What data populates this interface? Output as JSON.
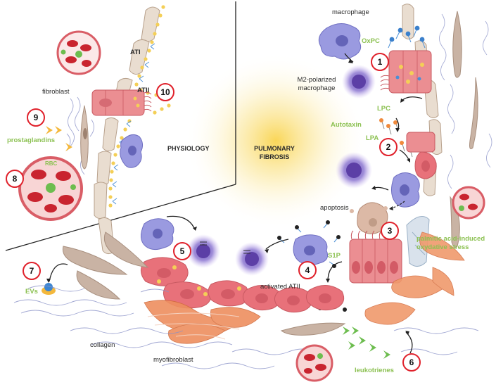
{
  "labels": {
    "macrophage": "macrophage",
    "oxpc": "OxPC",
    "m2_line1": "M2-polarized",
    "m2_line2": "macrophage",
    "ati": "ATI",
    "atii": "ATII",
    "fibroblast": "fibroblast",
    "prostaglandins": "prostaglandins",
    "lpc": "LPC",
    "autotaxin": "Autotaxin",
    "lpa": "LPA",
    "physiology": "PHYSIOLOGY",
    "pf_line1": "PULMONARY",
    "pf_line2": "FIBROSIS",
    "apoptosis": "apoptosis",
    "palmitic_line1": "palmitic acid-induced",
    "palmitic_line2": "oxydative stress",
    "s1p": "S1P",
    "activated_atii": "activated ATII",
    "evs": "EVs",
    "collagen": "collagen",
    "myofibroblast": "myofibroblast",
    "leukotrienes": "leukotrienes",
    "rbc": "RBC"
  },
  "markers": [
    "1",
    "2",
    "3",
    "4",
    "5",
    "6",
    "7",
    "8",
    "9",
    "10"
  ],
  "colors": {
    "marker_ring": "#e0212b",
    "green_text": "#8cc152",
    "epithelial_cell": "#e8717a",
    "macrophage": "#8f8fd6",
    "myofibroblast": "#e8875a",
    "fibroblast": "#c9b3a4",
    "glow": "#f7d25a"
  }
}
